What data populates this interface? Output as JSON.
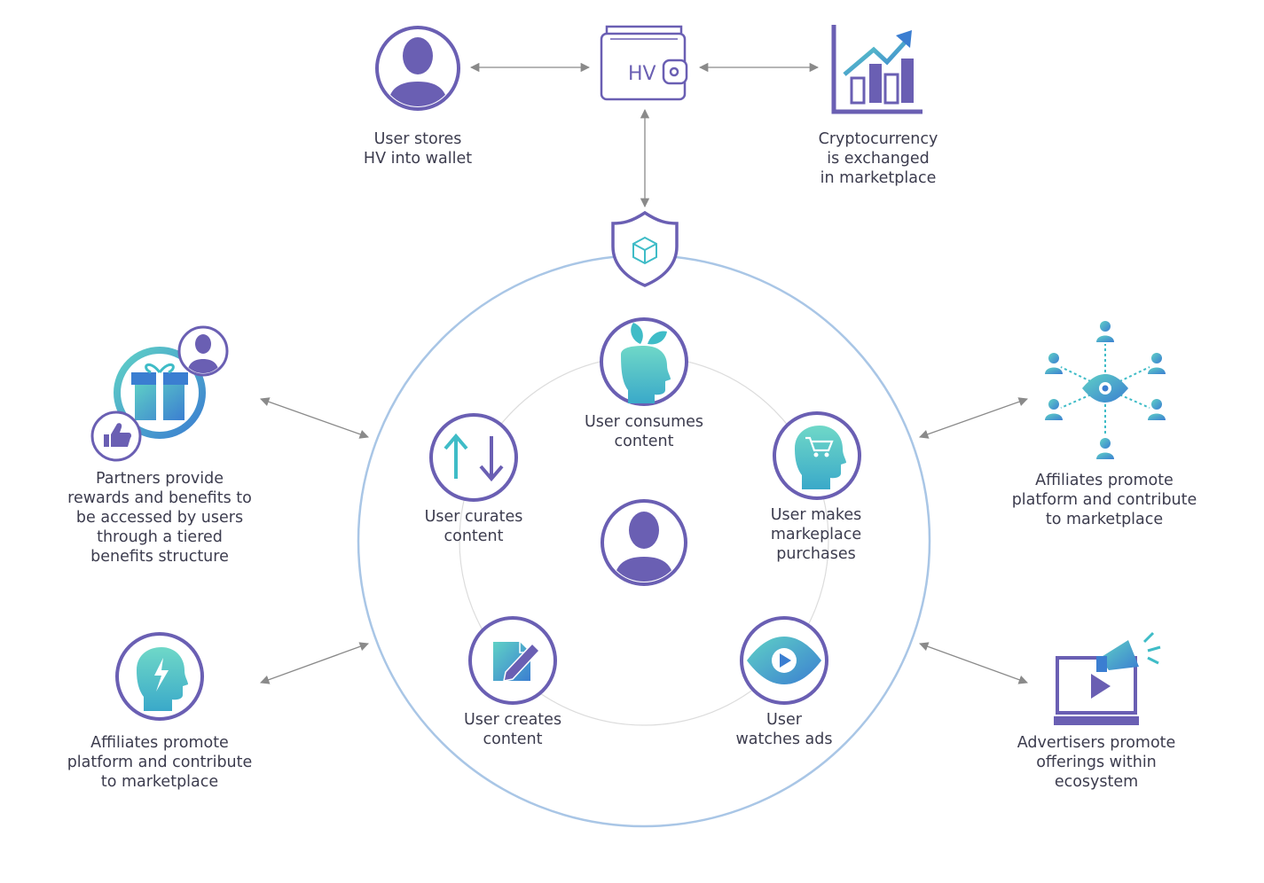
{
  "diagram": {
    "wallet_text": "HV",
    "colors": {
      "purple": "#6a5fb3",
      "teal": "#3fbcc7",
      "ring": "#a9c6e6",
      "inner_ring": "#d9d9d9",
      "arrow": "#8a8a8a"
    },
    "top": {
      "user_wallet_label": "User stores\nHV into wallet",
      "exchange_label": "Cryptocurrency\nis exchanged\nin marketplace"
    },
    "inner": {
      "consumes_label": "User consumes\ncontent",
      "curates_label": "User curates\ncontent",
      "purchases_label": "User makes\nmarkeplace\npurchases",
      "creates_label": "User creates\ncontent",
      "ads_label": "User\nwatches ads"
    },
    "left": {
      "partners_label": "Partners provide\nrewards and benefits to\nbe accessed by users\nthrough a tiered\nbenefits structure",
      "affiliates_label": "Affiliates promote\nplatform and contribute\nto marketplace"
    },
    "right": {
      "affiliates_label": "Affiliates promote\nplatform and contribute\nto marketplace",
      "advertisers_label": "Advertisers promote\nofferings within\necosystem"
    }
  }
}
